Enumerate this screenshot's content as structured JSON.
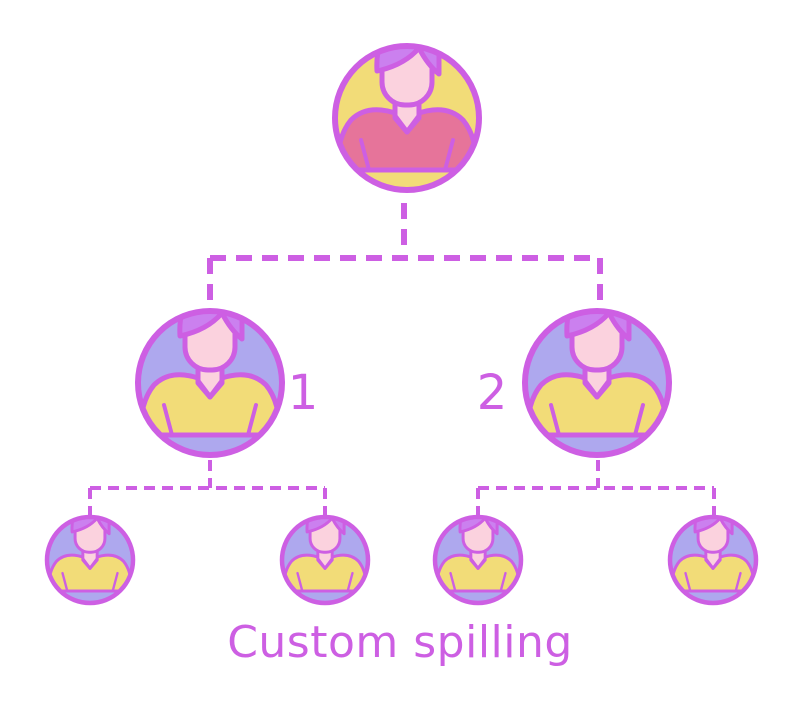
{
  "caption": "Custom spilling",
  "branch_labels": {
    "left": "1",
    "right": "2"
  },
  "colors": {
    "outline": "#cd5fe3",
    "connector": "#cd5fe3",
    "root_background": "#f2dc78",
    "root_shirt": "#e6749a",
    "child_background": "#aea8ee",
    "child_shirt": "#f2dc78",
    "hair": "#cb80ef",
    "skin": "#fbd2de",
    "label_text": "#cd5fe3"
  },
  "icons": {
    "person": "user-avatar-icon"
  }
}
